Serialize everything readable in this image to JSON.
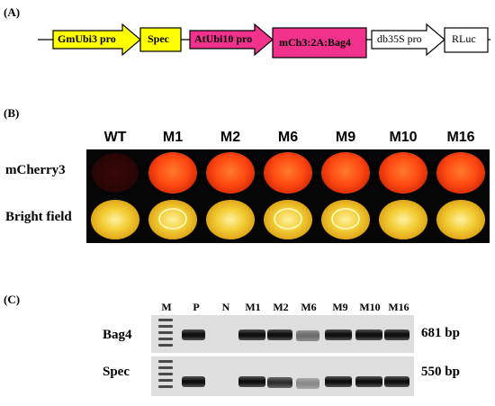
{
  "panels": {
    "a": "(A)",
    "b": "(B)",
    "c": "(C)"
  },
  "construct": {
    "gmubi3": "GmUbi3 pro",
    "spec": "Spec",
    "atubi10": "AtUbi10 pro",
    "mch3": "mCh3:2A:Bag4",
    "db35s": "db35S pro",
    "rluc": "RLuc",
    "colors": {
      "yellow": "#ffff00",
      "magenta": "#f0328c",
      "white": "#ffffff"
    }
  },
  "seeds": {
    "columns": [
      "WT",
      "M1",
      "M2",
      "M6",
      "M9",
      "M10",
      "M16"
    ],
    "rows": [
      "mCherry3",
      "Bright field"
    ]
  },
  "gel": {
    "lanes": [
      "M",
      "P",
      "N",
      "M1",
      "M2",
      "M6",
      "M9",
      "M10",
      "M16"
    ],
    "rows": [
      {
        "label": "Bag4",
        "size": "681 bp"
      },
      {
        "label": "Spec",
        "size": "550 bp"
      }
    ]
  }
}
